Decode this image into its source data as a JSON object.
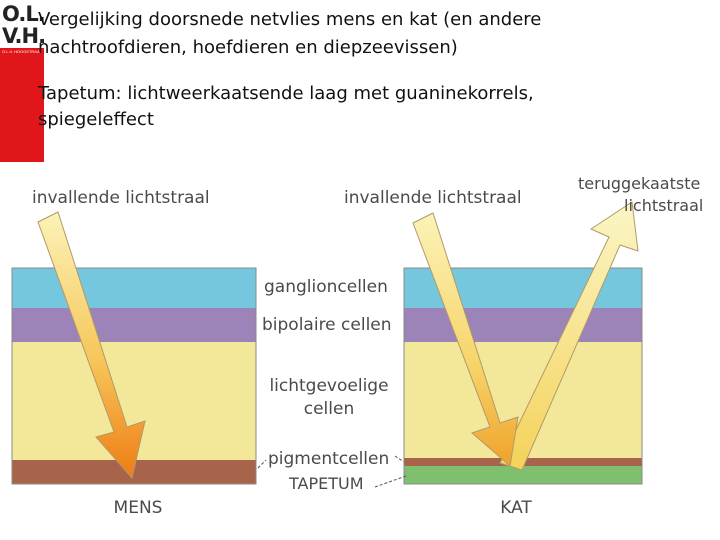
{
  "logo": {
    "line1": "O.L.",
    "line2": "V.H.",
    "small": "O.L.V. HOOGSTRAAT",
    "color": "#e0161a"
  },
  "slide": {
    "title_line1": "Vergelijking doorsnede netvlies mens en kat (en andere",
    "title_line2": "nachtroofdieren, hoefdieren en diepzeevissen)",
    "body_line1": "Tapetum: lichtweerkaatsende laag met guaninekorrels,",
    "body_line2": "spiegeleffect"
  },
  "diagram": {
    "left_incoming": "invallende lichtstraal",
    "right_incoming": "invallende lichtstraal",
    "reflected_line1": "teruggekaatste",
    "reflected_line2": "lichtstraal",
    "layers": {
      "ganglion": "ganglioncellen",
      "bipolar": "bipolaire cellen",
      "photo_line1": "lichtgevoelige",
      "photo_line2": "cellen",
      "pigment": "pigmentcellen",
      "tapetum": "TAPETUM"
    },
    "label_mens": "MENS",
    "label_kat": "KAT",
    "colors": {
      "ganglion": "#74c7dc",
      "bipolar": "#9c83b8",
      "photoreceptor": "#f3e89a",
      "pigment": "#a8634b",
      "tapetum": "#7fc06f",
      "text": "#4a4a4a"
    }
  }
}
